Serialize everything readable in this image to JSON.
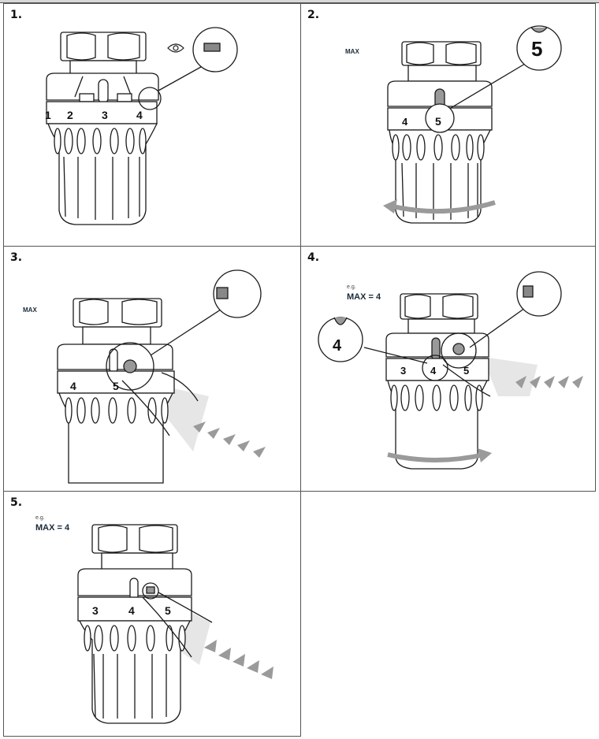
{
  "steps": [
    {
      "number": "1.",
      "dial_labels": [
        "1",
        "2",
        "3",
        "4"
      ],
      "icon": "eye-icon"
    },
    {
      "number": "2.",
      "label": "MAX",
      "dial_labels": [
        "4",
        "5"
      ],
      "callout": "5",
      "arrow": "rotate-left"
    },
    {
      "number": "3.",
      "label": "MAX",
      "dial_labels": [
        "4",
        "5"
      ],
      "callout": "push-button"
    },
    {
      "number": "4.",
      "eg": "e.g.",
      "label": "MAX = 4",
      "dial_labels": [
        "3",
        "4",
        "5"
      ],
      "callout": "4",
      "arrow": "rotate-right"
    },
    {
      "number": "5.",
      "eg": "e.g.",
      "label": "MAX = 4",
      "dial_labels": [
        "3",
        "4",
        "5"
      ]
    }
  ],
  "colors": {
    "line": "#1a1a1a",
    "grey": "#9a9a9a",
    "light_grey": "#e6e6e6",
    "border": "#555555"
  }
}
